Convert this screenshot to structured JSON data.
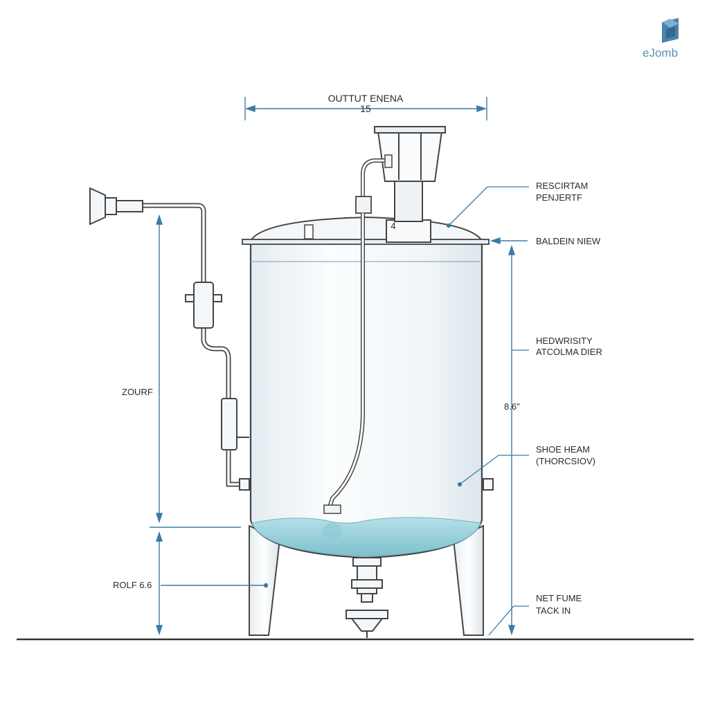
{
  "logo": {
    "text": "eJomb",
    "icon": "cube-logo-icon",
    "color": "#4d82a8"
  },
  "dimension_top": {
    "title": "OUTTUT ENENA",
    "value": "15"
  },
  "labels": {
    "resciptam_line1": "RESCIRTAM",
    "resciptam_line2": "PENJERTF",
    "baldein": "BALDEIN NIEW",
    "hedwrisity_line1": "HEDWRISITY",
    "hedwrisity_line2": "ATCOLMA DIER",
    "dimension_right": "8.6\"",
    "shoe_line1": "SHOE HEAM",
    "shoe_line2": "(THORCSIOV)",
    "net_line1": "NET FUME",
    "net_line2": "TACK IN",
    "zourf": "ZOURF",
    "rolf": "ROLF 6.6",
    "lid_mark": "4"
  },
  "colors": {
    "dimension": "#3a7ca5",
    "outline": "#444444",
    "tank_fill": "#f3f7fa",
    "water": "#9fd3dd",
    "water_dark": "#7cbfcc"
  }
}
